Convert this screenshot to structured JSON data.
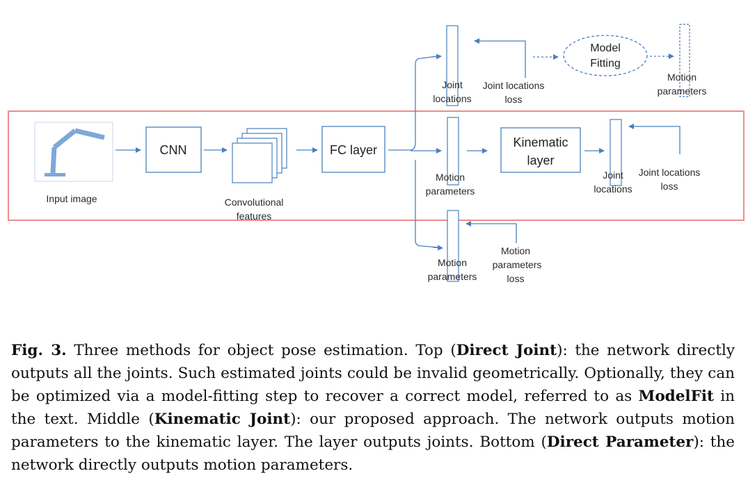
{
  "diagram": {
    "input_image": "Input image",
    "cnn": "CNN",
    "conv_features_1": "Convolutional",
    "conv_features_2": "features",
    "fc_layer": "FC layer",
    "top": {
      "joint_locations_1": "Joint",
      "joint_locations_2": "locations",
      "loss_1": "Joint locations",
      "loss_2": "loss",
      "model_fitting_1": "Model",
      "model_fitting_2": "Fitting",
      "motion_params_1": "Motion",
      "motion_params_2": "parameters"
    },
    "middle": {
      "motion_params_1": "Motion",
      "motion_params_2": "parameters",
      "kinematic_1": "Kinematic",
      "kinematic_2": "layer",
      "joint_locations_1": "Joint",
      "joint_locations_2": "locations",
      "loss_1": "Joint locations",
      "loss_2": "loss"
    },
    "bottom": {
      "motion_params_1": "Motion",
      "motion_params_2": "parameters",
      "loss_1": "Motion",
      "loss_2": "parameters",
      "loss_3": "loss"
    },
    "colors": {
      "line": "#4a7fbf",
      "highlight": "#f08c8c",
      "arm": "#7fa7d9"
    }
  },
  "caption": {
    "fig_label": "Fig. 3.",
    "t1": " Three methods for object pose estimation. Top (",
    "b1": "Direct Joint",
    "t2": "): the network directly outputs all the joints. Such estimated joints could be invalid geometrically. Optionally, they can be optimized via a model-fitting step to recover a correct model, referred to as ",
    "b2": "ModelFit",
    "t3": " in the text. Middle (",
    "b3": "Kinematic Joint",
    "t4": "): our proposed approach. The network outputs motion parameters to the kinematic layer. The layer outputs joints. Bottom (",
    "b4": "Direct Parameter",
    "t5": "): the network directly outputs motion parameters."
  }
}
